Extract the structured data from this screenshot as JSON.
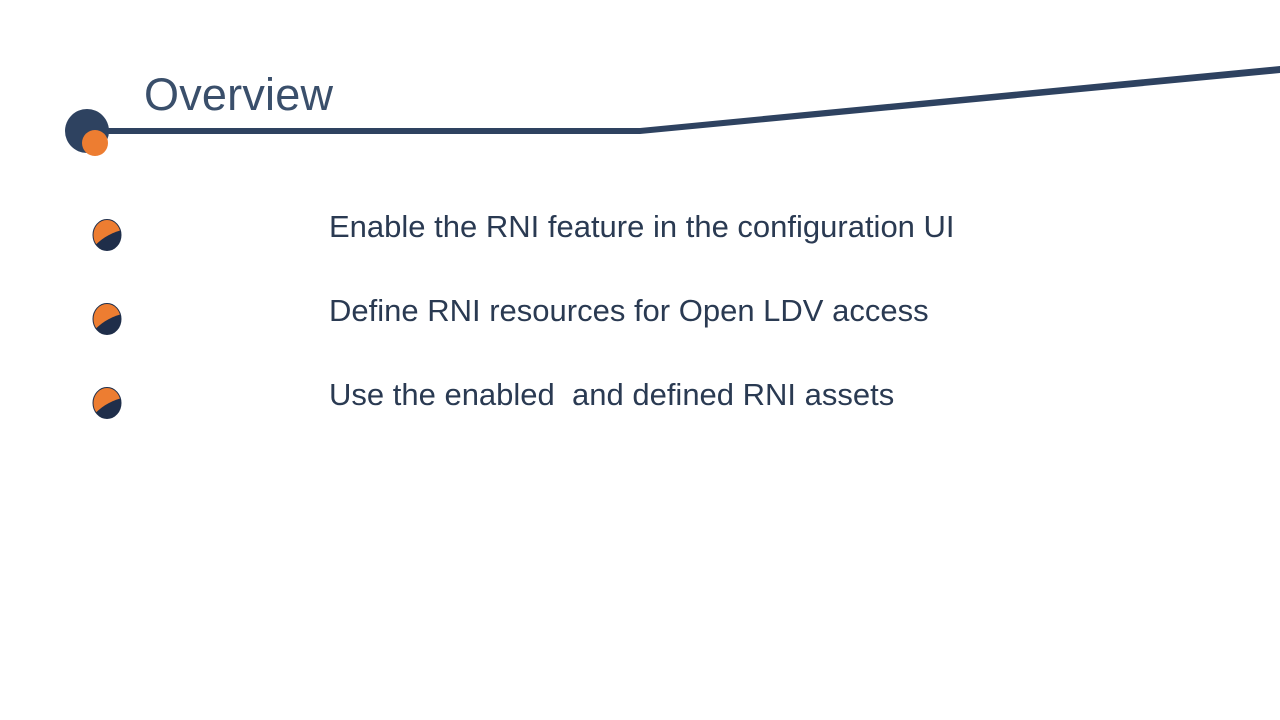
{
  "slide": {
    "title": "Overview",
    "background_color": "#FFFFFF",
    "accent_navy": "#2E4260",
    "accent_orange": "#ED7D31",
    "title_color": "#3A4F6B",
    "body_text_color": "#2A3A52",
    "bullets": [
      {
        "marker": "split-circle-bullet-icon",
        "text": "Enable the RNI feature in the configuration UI"
      },
      {
        "marker": "split-circle-bullet-icon",
        "text": "Define RNI resources for Open LDV access"
      },
      {
        "marker": "split-circle-bullet-icon",
        "text": "Use the enabled  and defined RNI assets"
      }
    ],
    "decoration": {
      "anchor_navy_dot": "navy-circle-icon",
      "anchor_orange_dot": "orange-circle-icon",
      "swoosh": "title-underline-swoosh-icon"
    }
  }
}
